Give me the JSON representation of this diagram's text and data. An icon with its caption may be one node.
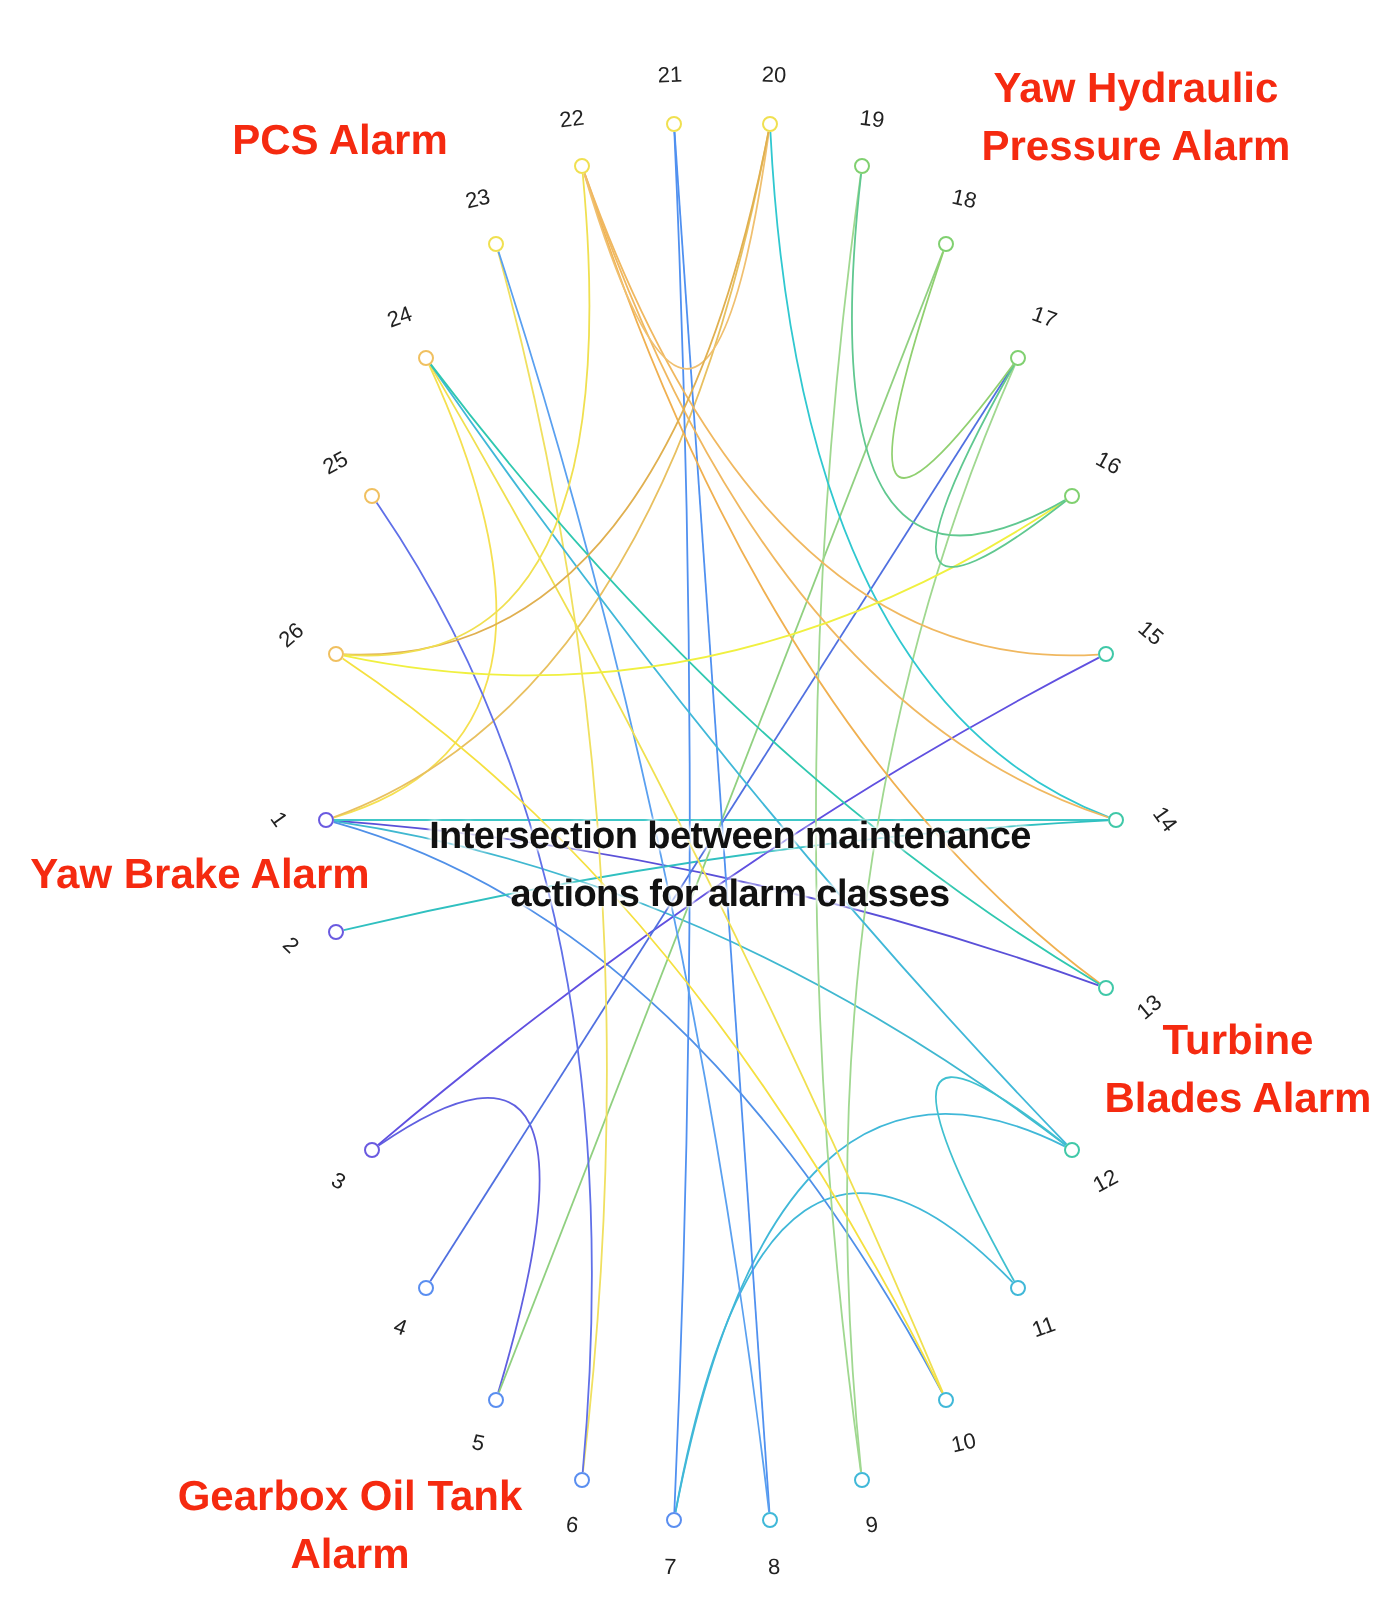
{
  "diagram": {
    "title": "Intersection between maintenance actions for alarm classes",
    "nodes": [
      {
        "text": [],
        "shape": "circle",
        "beside": [
          "1"
        ]
      },
      {
        "text": [],
        "shape": "circle",
        "beside": [
          "2"
        ]
      },
      {
        "text": [],
        "shape": "circle",
        "beside": [
          "3"
        ]
      },
      {
        "text": [],
        "shape": "circle",
        "beside": [
          "4"
        ]
      },
      {
        "text": [],
        "shape": "circle",
        "beside": [
          "5"
        ]
      },
      {
        "text": [],
        "shape": "circle",
        "beside": [
          "6"
        ]
      },
      {
        "text": [],
        "shape": "circle",
        "beside": [
          "7"
        ]
      },
      {
        "text": [],
        "shape": "circle",
        "beside": [
          "8"
        ]
      },
      {
        "text": [],
        "shape": "circle",
        "beside": [
          "9"
        ]
      },
      {
        "text": [],
        "shape": "circle",
        "beside": [
          "10"
        ]
      },
      {
        "text": [],
        "shape": "circle",
        "beside": [
          "11"
        ]
      },
      {
        "text": [],
        "shape": "circle",
        "beside": [
          "12"
        ]
      },
      {
        "text": [],
        "shape": "circle",
        "beside": [
          "13"
        ]
      },
      {
        "text": [],
        "shape": "circle",
        "beside": [
          "14"
        ]
      },
      {
        "text": [],
        "shape": "circle",
        "beside": [
          "15"
        ]
      },
      {
        "text": [],
        "shape": "circle",
        "beside": [
          "16"
        ]
      },
      {
        "text": [],
        "shape": "circle",
        "beside": [
          "17"
        ]
      },
      {
        "text": [],
        "shape": "circle",
        "beside": [
          "18"
        ]
      },
      {
        "text": [],
        "shape": "circle",
        "beside": [
          "19"
        ]
      },
      {
        "text": [],
        "shape": "circle",
        "beside": [
          "20"
        ]
      },
      {
        "text": [],
        "shape": "circle",
        "beside": [
          "21"
        ]
      },
      {
        "text": [],
        "shape": "circle",
        "beside": [
          "22"
        ]
      },
      {
        "text": [],
        "shape": "circle",
        "beside": [
          "23"
        ]
      },
      {
        "text": [],
        "shape": "circle",
        "beside": [
          "24"
        ]
      },
      {
        "text": [],
        "shape": "circle",
        "beside": [
          "25"
        ]
      },
      {
        "text": [],
        "shape": "circle",
        "beside": [
          "26"
        ]
      }
    ],
    "edges": [
      {
        "from": 0,
        "to": 23,
        "arrow": "none",
        "color": "#f5e050"
      },
      {
        "from": 0,
        "to": 19,
        "arrow": "none",
        "color": "#e8c060"
      },
      {
        "from": 0,
        "to": 12,
        "arrow": "none",
        "color": "#5a50d8"
      },
      {
        "from": 0,
        "to": 11,
        "arrow": "none",
        "color": "#40b8d0"
      },
      {
        "from": 0,
        "to": 9,
        "arrow": "none",
        "color": "#5090e8"
      },
      {
        "from": 0,
        "to": 13,
        "arrow": "none",
        "color": "#40c8c8"
      },
      {
        "from": 1,
        "to": 13,
        "arrow": "none",
        "color": "#30c0c0"
      },
      {
        "from": 2,
        "to": 4,
        "arrow": "none",
        "color": "#6060e0"
      },
      {
        "from": 2,
        "to": 14,
        "arrow": "none",
        "color": "#6050e0"
      },
      {
        "from": 3,
        "to": 16,
        "arrow": "none",
        "color": "#5070e0"
      },
      {
        "from": 4,
        "to": 17,
        "arrow": "none",
        "color": "#90d080"
      },
      {
        "from": 5,
        "to": 22,
        "arrow": "none",
        "color": "#f0e060"
      },
      {
        "from": 5,
        "to": 24,
        "arrow": "none",
        "color": "#6070e8"
      },
      {
        "from": 6,
        "to": 11,
        "arrow": "none",
        "color": "#40b8d8"
      },
      {
        "from": 6,
        "to": 10,
        "arrow": "none",
        "color": "#40b8d8"
      },
      {
        "from": 6,
        "to": 20,
        "arrow": "none",
        "color": "#5090f0"
      },
      {
        "from": 7,
        "to": 20,
        "arrow": "none",
        "color": "#5090f0"
      },
      {
        "from": 7,
        "to": 22,
        "arrow": "none",
        "color": "#5aa0f0"
      },
      {
        "from": 8,
        "to": 18,
        "arrow": "none",
        "color": "#a0d890"
      },
      {
        "from": 8,
        "to": 16,
        "arrow": "none",
        "color": "#a0d890"
      },
      {
        "from": 9,
        "to": 23,
        "arrow": "none",
        "color": "#f0e050"
      },
      {
        "from": 9,
        "to": 25,
        "arrow": "none",
        "color": "#f5e040"
      },
      {
        "from": 10,
        "to": 11,
        "arrow": "none",
        "color": "#40c0d0"
      },
      {
        "from": 11,
        "to": 23,
        "arrow": "none",
        "color": "#40b8d8"
      },
      {
        "from": 12,
        "to": 21,
        "arrow": "none",
        "color": "#f0b050"
      },
      {
        "from": 12,
        "to": 23,
        "arrow": "none",
        "color": "#30c8b0"
      },
      {
        "from": 13,
        "to": 19,
        "arrow": "none",
        "color": "#30c8d0"
      },
      {
        "from": 13,
        "to": 21,
        "arrow": "none",
        "color": "#f0b860"
      },
      {
        "from": 14,
        "to": 21,
        "arrow": "none",
        "color": "#f0b860"
      },
      {
        "from": 15,
        "to": 25,
        "arrow": "none",
        "color": "#f0f040"
      },
      {
        "from": 15,
        "to": 16,
        "arrow": "none",
        "color": "#60c890"
      },
      {
        "from": 15,
        "to": 18,
        "arrow": "none",
        "color": "#60c890"
      },
      {
        "from": 16,
        "to": 17,
        "arrow": "none",
        "color": "#90d070"
      },
      {
        "from": 19,
        "to": 21,
        "arrow": "none",
        "color": "#f0c070"
      },
      {
        "from": 19,
        "to": 25,
        "arrow": "none",
        "color": "#e0b050"
      },
      {
        "from": 21,
        "to": 25,
        "arrow": "none",
        "color": "#f0e050"
      }
    ],
    "labels": [
      "PCS Alarm",
      "Yaw Hydraulic Pressure Alarm",
      "Yaw Brake Alarm",
      "Turbine Blades Alarm",
      "Gearbox Oil Tank Alarm"
    ]
  }
}
